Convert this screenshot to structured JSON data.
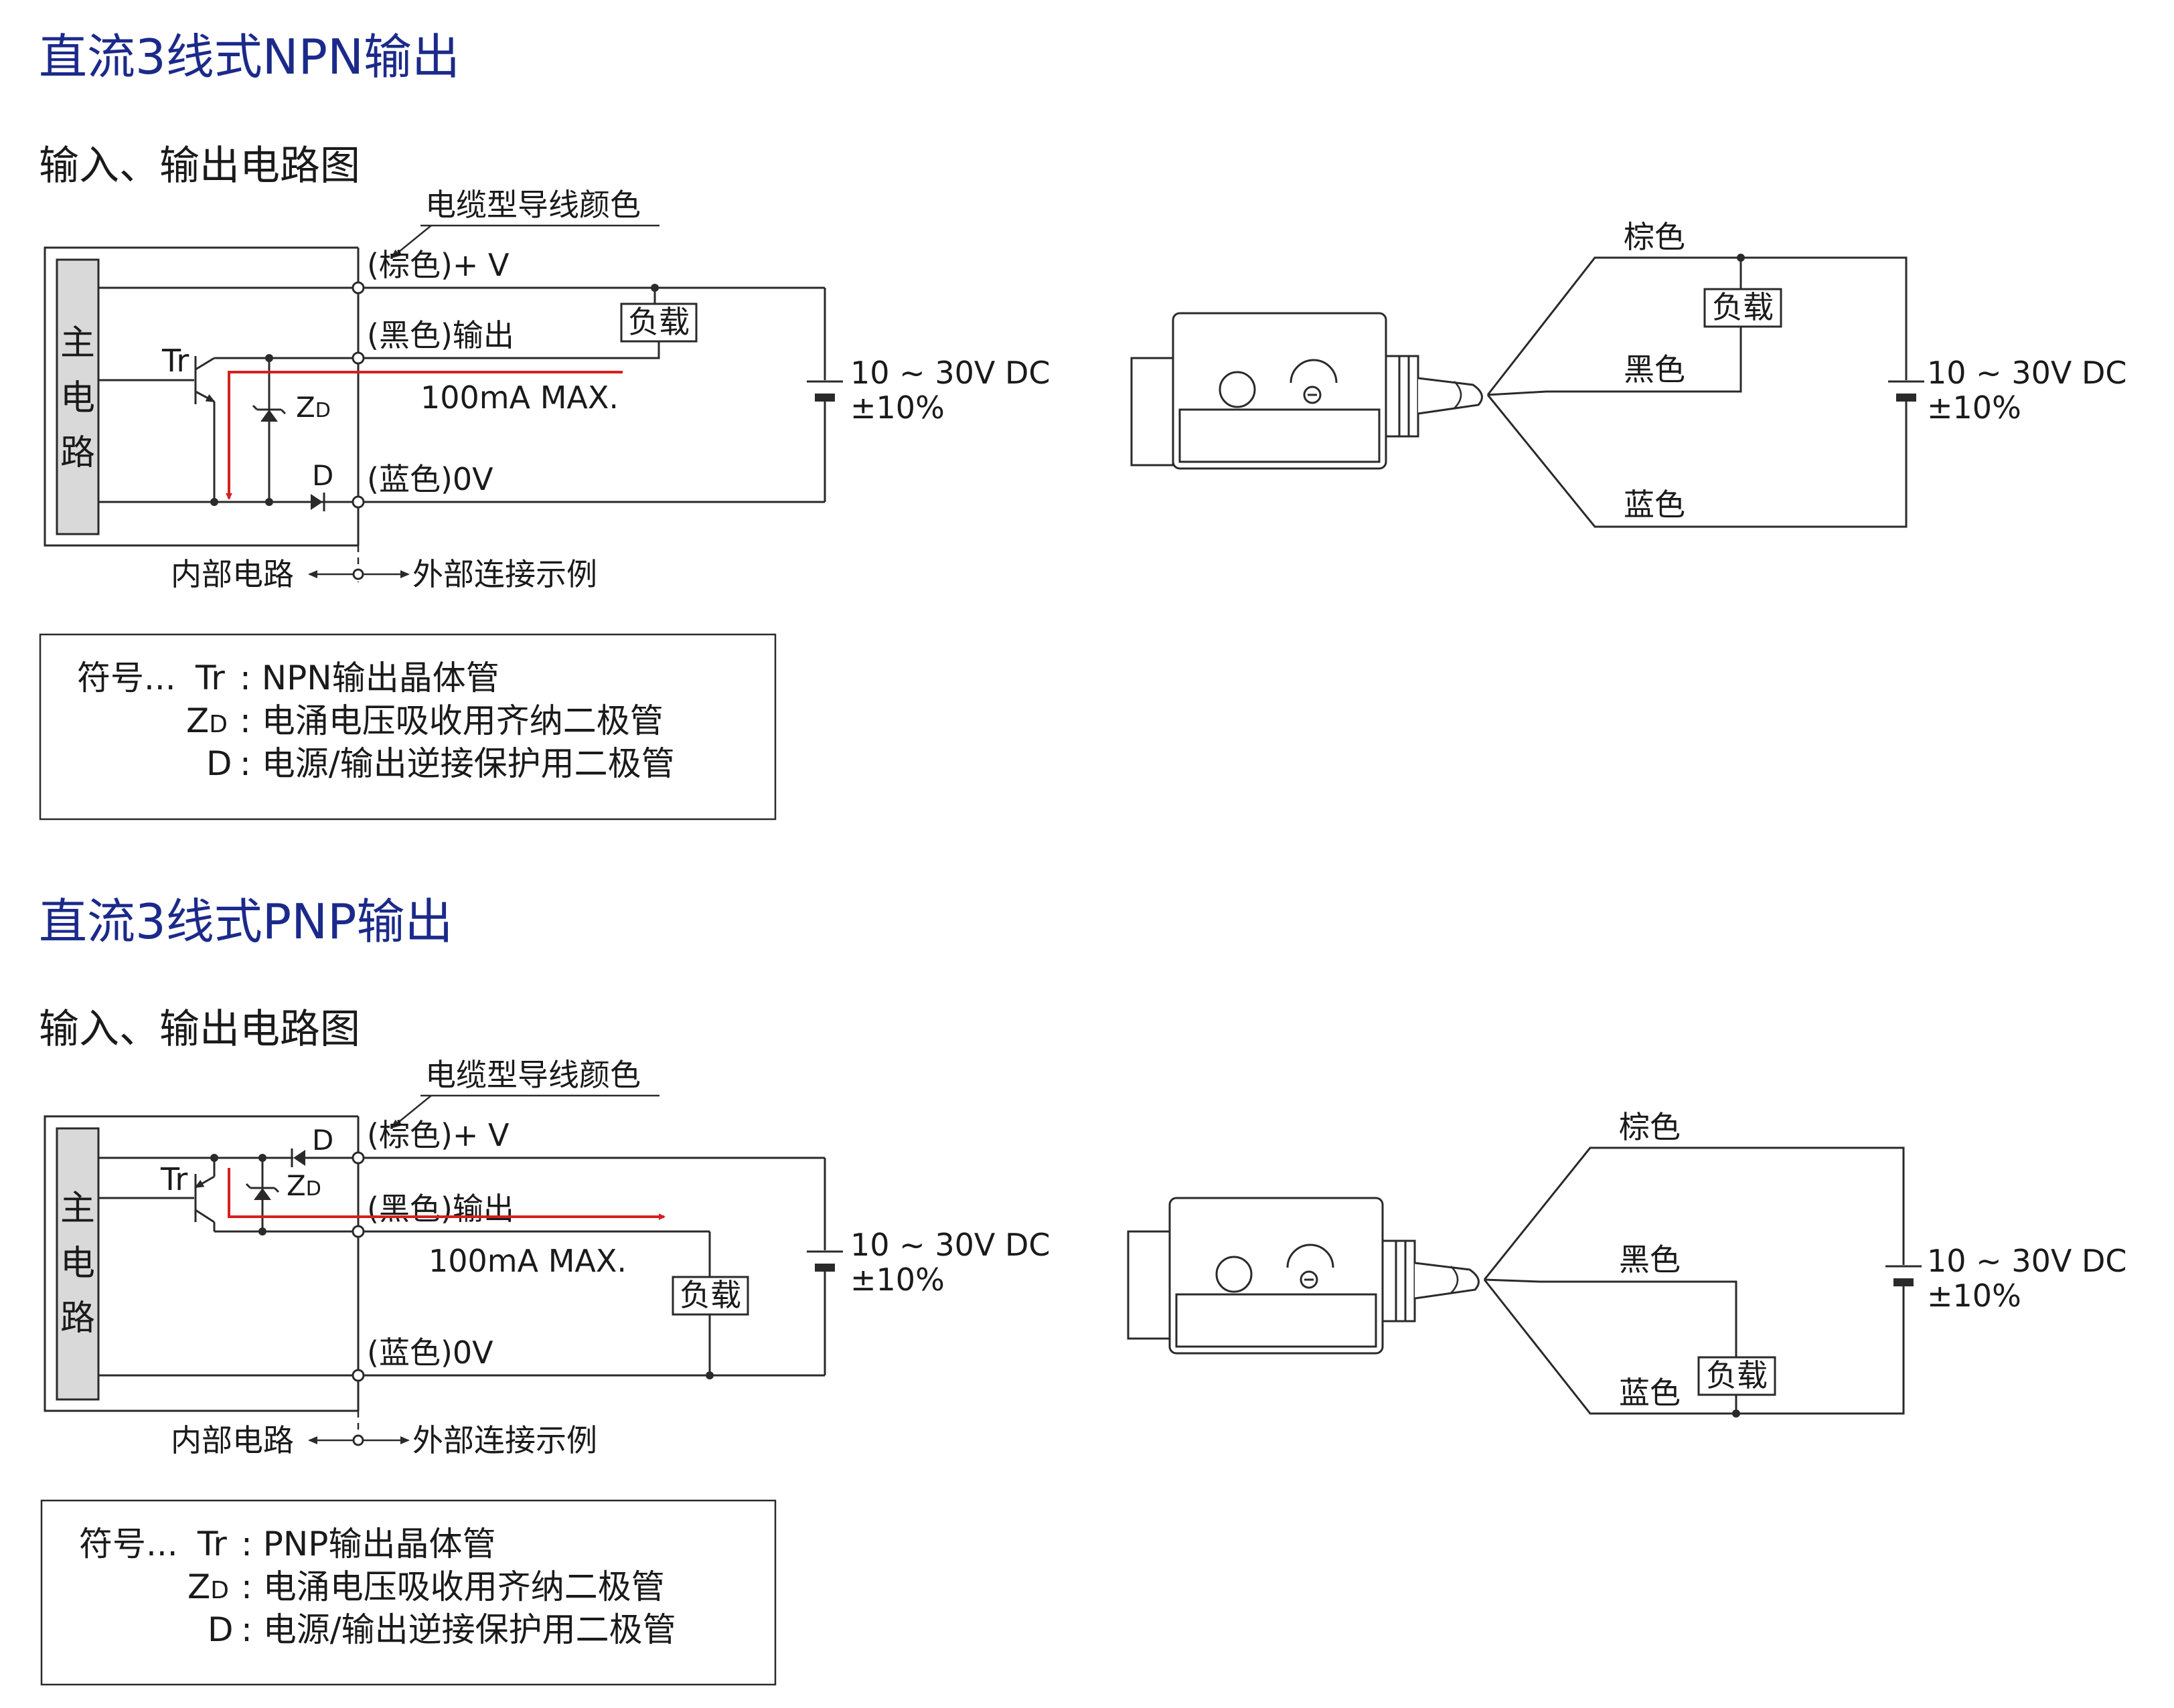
{
  "sections": [
    {
      "title": "直流3线式NPN输出",
      "subtitle": "输入、输出电路图",
      "wire_color_label": "电缆型导线颜色",
      "main_circuit": [
        "主",
        "电",
        "路"
      ],
      "tr": "Tr",
      "zd_main": "Z",
      "zd_sub": "D",
      "d": "D",
      "brown_terminal": "(棕色)+ V",
      "black_terminal": "(黑色)输出",
      "blue_terminal": "(蓝色)0V",
      "current": "100mA MAX.",
      "load": "负载",
      "supply_voltage": "10 ~ 30V DC",
      "supply_tolerance": "±10%",
      "internal_label": "内部电路",
      "external_label": "外部连接示例",
      "wiring": {
        "brown": "棕色",
        "black": "黑色",
        "blue": "蓝色",
        "load": "负载",
        "supply_voltage": "10 ~ 30V DC",
        "supply_tolerance": "±10%"
      },
      "legend": {
        "prefix": "符号...",
        "tr_key": "Tr",
        "tr_desc": ": NPN输出晶体管",
        "zd_key_main": "Z",
        "zd_key_sub": "D",
        "zd_desc": ": 电涌电压吸收用齐纳二极管",
        "d_key": "D",
        "d_desc": ": 电源/输出逆接保护用二极管"
      }
    },
    {
      "title": "直流3线式PNP输出",
      "subtitle": "输入、输出电路图",
      "wire_color_label": "电缆型导线颜色",
      "main_circuit": [
        "主",
        "电",
        "路"
      ],
      "tr": "Tr",
      "zd_main": "Z",
      "zd_sub": "D",
      "d": "D",
      "brown_terminal": "(棕色)+ V",
      "black_terminal": "(黑色)输出",
      "blue_terminal": "(蓝色)0V",
      "current": "100mA MAX.",
      "load": "负载",
      "supply_voltage": "10 ~ 30V DC",
      "supply_tolerance": "±10%",
      "internal_label": "内部电路",
      "external_label": "外部连接示例",
      "wiring": {
        "brown": "棕色",
        "black": "黑色",
        "blue": "蓝色",
        "load": "负载",
        "supply_voltage": "10 ~ 30V DC",
        "supply_tolerance": "±10%"
      },
      "legend": {
        "prefix": "符号...",
        "tr_key": "Tr",
        "tr_desc": ": PNP输出晶体管",
        "zd_key_main": "Z",
        "zd_key_sub": "D",
        "zd_desc": ": 电涌电压吸收用齐纳二极管",
        "d_key": "D",
        "d_desc": ": 电源/输出逆接保护用二极管"
      }
    }
  ],
  "colors": {
    "title": "#1b2a8a",
    "current_path": "#d42020",
    "line": "#2a2a2a",
    "main_circuit_fill": "#d9d9d9"
  }
}
